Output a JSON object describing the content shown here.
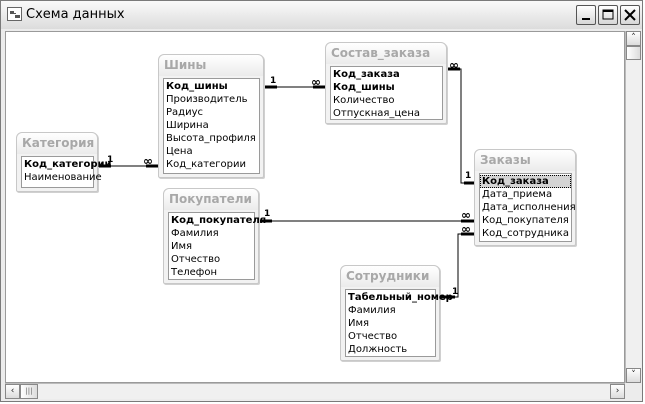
{
  "window": {
    "title": "Схема данных",
    "buttons": [
      "minimize",
      "maximize",
      "close"
    ]
  },
  "tables": [
    {
      "name": "Категория",
      "fields": [
        {
          "label": "Код_категории",
          "key": true
        },
        {
          "label": "Наименование",
          "key": false
        }
      ]
    },
    {
      "name": "Шины",
      "fields": [
        {
          "label": "Код_шины",
          "key": true
        },
        {
          "label": "Производитель",
          "key": false
        },
        {
          "label": "Радиус",
          "key": false
        },
        {
          "label": "Ширина",
          "key": false
        },
        {
          "label": "Высота_профиля",
          "key": false
        },
        {
          "label": "Цена",
          "key": false
        },
        {
          "label": "Код_категории",
          "key": false
        }
      ]
    },
    {
      "name": "Состав_заказа",
      "fields": [
        {
          "label": "Код_заказа",
          "key": true
        },
        {
          "label": "Код_шины",
          "key": true
        },
        {
          "label": "Количество",
          "key": false
        },
        {
          "label": "Отпускная_цена",
          "key": false
        }
      ]
    },
    {
      "name": "Заказы",
      "fields": [
        {
          "label": "Код_заказа",
          "key": true,
          "selected": true
        },
        {
          "label": "Дата_приема",
          "key": false
        },
        {
          "label": "Дата_исполнения",
          "key": false
        },
        {
          "label": "Код_покупателя",
          "key": false
        },
        {
          "label": "Код_сотрудника",
          "key": false
        }
      ]
    },
    {
      "name": "Покупатели",
      "fields": [
        {
          "label": "Код_покупателя",
          "key": true
        },
        {
          "label": "Фамилия",
          "key": false
        },
        {
          "label": "Имя",
          "key": false
        },
        {
          "label": "Отчество",
          "key": false
        },
        {
          "label": "Телефон",
          "key": false
        }
      ]
    },
    {
      "name": "Сотрудники",
      "fields": [
        {
          "label": "Табельный_номер",
          "key": true
        },
        {
          "label": "Фамилия",
          "key": false
        },
        {
          "label": "Имя",
          "key": false
        },
        {
          "label": "Отчество",
          "key": false
        },
        {
          "label": "Должность",
          "key": false
        }
      ]
    }
  ],
  "relationships": [
    {
      "one": "Категория.Код_категории",
      "many": "Шины.Код_категории",
      "one_label": "1",
      "many_label": "∞"
    },
    {
      "one": "Шины.Код_шины",
      "many": "Состав_заказа.Код_шины",
      "one_label": "1",
      "many_label": "∞"
    },
    {
      "one": "Заказы.Код_заказа",
      "many": "Состав_заказа.Код_заказа",
      "one_label": "1",
      "many_label": "∞"
    },
    {
      "one": "Покупатели.Код_покупателя",
      "many": "Заказы.Код_покупателя",
      "one_label": "1",
      "many_label": "∞"
    },
    {
      "one": "Сотрудники.Табельный_номер",
      "many": "Заказы.Код_сотрудника",
      "one_label": "1",
      "many_label": "∞"
    }
  ],
  "scroll": {
    "left": "‹",
    "right": "›",
    "up": "˄",
    "down": "˅",
    "grip": "|||"
  }
}
